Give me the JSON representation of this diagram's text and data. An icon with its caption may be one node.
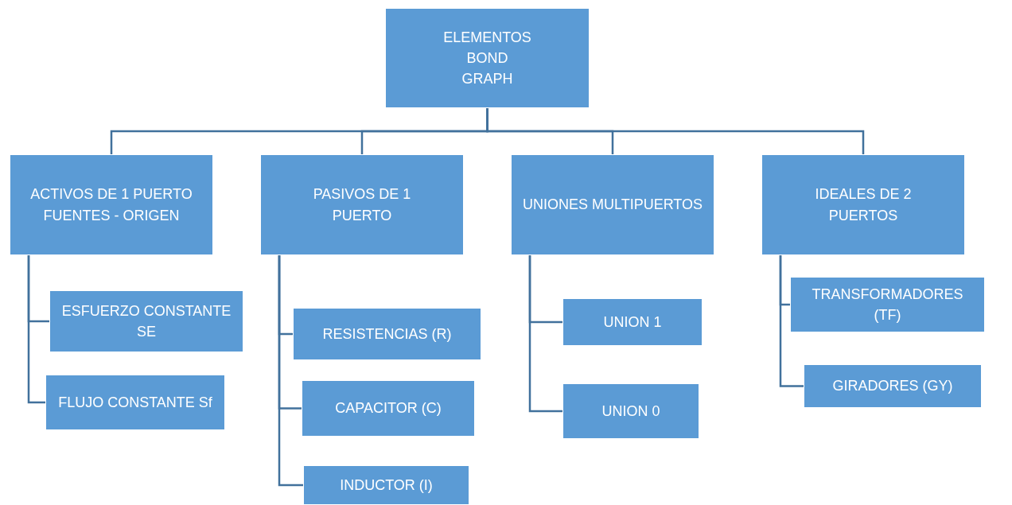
{
  "diagram": {
    "nodes": [
      {
        "text": [
          "ELEMENTOS BOND GRAPH"
        ]
      },
      {
        "text": [
          "ACTIVOS DE 1 PUERTO FUENTES - ORIGEN"
        ]
      },
      {
        "text": [
          "PASIVOS DE 1 PUERTO"
        ]
      },
      {
        "text": [
          "UNIONES MULTIPUERTOS"
        ]
      },
      {
        "text": [
          "IDEALES DE 2 PUERTOS"
        ]
      },
      {
        "text": [
          "ESFUERZO CONSTANTE SE"
        ]
      },
      {
        "text": [
          "FLUJO CONSTANTE Sf"
        ]
      },
      {
        "text": [
          "RESISTENCIAS (R)"
        ]
      },
      {
        "text": [
          "CAPACITOR (C)"
        ]
      },
      {
        "text": [
          "INDUCTOR (I)"
        ]
      },
      {
        "text": [
          "UNION 1"
        ]
      },
      {
        "text": [
          "UNION 0"
        ]
      },
      {
        "text": [
          "TRANSFORMADORES (TF)"
        ]
      },
      {
        "text": [
          "GIRADORES (GY)"
        ]
      }
    ],
    "edges": [
      {
        "from": 0,
        "to": 1,
        "arrow": "none"
      },
      {
        "from": 0,
        "to": 2,
        "arrow": "none"
      },
      {
        "from": 0,
        "to": 3,
        "arrow": "none"
      },
      {
        "from": 0,
        "to": 4,
        "arrow": "none"
      },
      {
        "from": 1,
        "to": 5,
        "arrow": "none"
      },
      {
        "from": 1,
        "to": 6,
        "arrow": "none"
      },
      {
        "from": 2,
        "to": 7,
        "arrow": "none"
      },
      {
        "from": 2,
        "to": 8,
        "arrow": "none"
      },
      {
        "from": 2,
        "to": 9,
        "arrow": "none"
      },
      {
        "from": 3,
        "to": 10,
        "arrow": "none"
      },
      {
        "from": 3,
        "to": 11,
        "arrow": "none"
      },
      {
        "from": 4,
        "to": 12,
        "arrow": "none"
      },
      {
        "from": 4,
        "to": 13,
        "arrow": "none"
      }
    ]
  }
}
